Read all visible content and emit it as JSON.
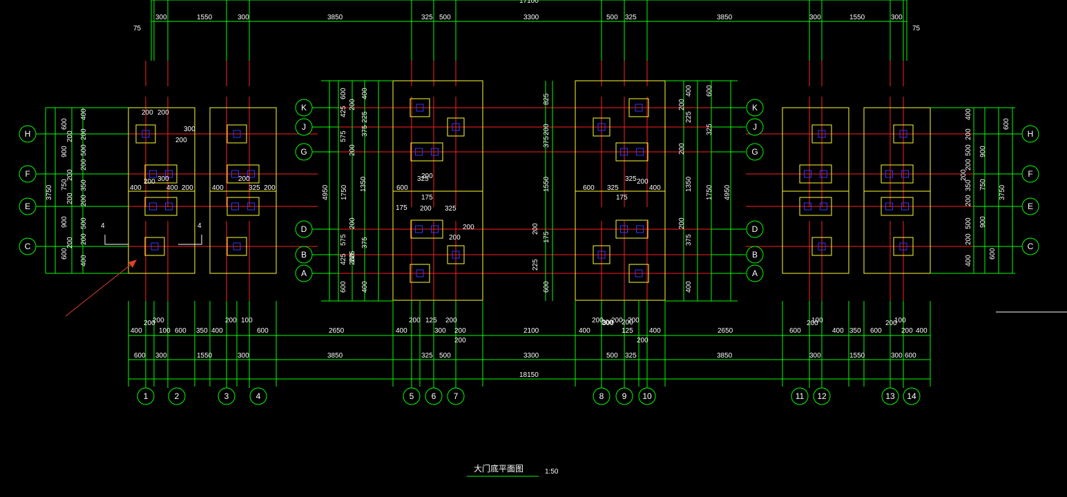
{
  "drawing": {
    "title": "大门底平面图",
    "scale": "1:50",
    "section_mark": "4",
    "overall_dim": "18150",
    "top_overall_dim": "17100"
  },
  "colors": {
    "axis": "#ff2020",
    "dim": "#00ff00",
    "outline": "#ffff33",
    "column": "#2b3bff",
    "text": "#ffffff",
    "bubble": "#00ff00",
    "arrow": "#e0402a"
  },
  "col_labels": [
    "1",
    "2",
    "3",
    "4",
    "5",
    "6",
    "7",
    "8",
    "9",
    "10",
    "11",
    "12",
    "13",
    "14"
  ],
  "row_labels_left": [
    "H",
    "F",
    "E",
    "C",
    "K",
    "J",
    "G",
    "D",
    "B",
    "A"
  ],
  "row_labels_right": [
    "K",
    "J",
    "G",
    "D",
    "B",
    "A",
    "H",
    "F",
    "E",
    "C"
  ],
  "dims_top_row": [
    "75",
    "300",
    "1550",
    "300",
    "3850",
    "325",
    "500",
    "3300",
    "500",
    "325",
    "3850",
    "300",
    "1550",
    "300",
    "75"
  ],
  "dims_bottom_row2": [
    "600",
    "300",
    "1550",
    "300",
    "3850",
    "325",
    "500",
    "3300",
    "500",
    "325",
    "3850",
    "300",
    "1550",
    "300",
    "600"
  ],
  "dims_bottom_row1": [
    "400",
    "100",
    "600",
    "350",
    "400",
    "600",
    "2650",
    "400",
    "300",
    "200",
    "2100",
    "400",
    "125",
    "400",
    "2650",
    "600",
    "400",
    "350",
    "600",
    "200",
    "400"
  ],
  "dims_bottom_small": [
    "200",
    "200",
    "200",
    "100",
    "200",
    "125",
    "200",
    "200",
    "300",
    "200",
    "200",
    "200",
    "100",
    "200",
    "100",
    "200",
    "200"
  ],
  "left_side_dims": [
    "600",
    "900",
    "750",
    "900",
    "600",
    "3750",
    "400",
    "200",
    "500",
    "200",
    "350",
    "200",
    "500",
    "200",
    "400",
    "200",
    "200",
    "200",
    "200"
  ],
  "center_left_dims": [
    "600",
    "425",
    "575",
    "1350",
    "575",
    "425",
    "600",
    "4950",
    "1750",
    "400",
    "200",
    "375",
    "200",
    "200",
    "375",
    "200",
    "400",
    "225",
    "225"
  ],
  "center_right_dims": [
    "825",
    "200",
    "375",
    "1550",
    "200",
    "175",
    "225",
    "600",
    "600",
    "400",
    "1350",
    "4950",
    "1750",
    "225",
    "375",
    "325",
    "200",
    "200",
    "200",
    "400"
  ],
  "right_side_dims": [
    "600",
    "900",
    "750",
    "900",
    "600",
    "3750",
    "400",
    "200",
    "500",
    "200",
    "350",
    "200",
    "500",
    "200",
    "400",
    "200"
  ],
  "inner_dims": [
    "200",
    "200",
    "200",
    "300",
    "400",
    "200",
    "400",
    "200",
    "300",
    "200",
    "400",
    "325",
    "200",
    "600",
    "325",
    "175",
    "200",
    "325",
    "175",
    "200",
    "200",
    "200",
    "325",
    "200",
    "400",
    "175",
    "325",
    "600",
    "200",
    "200"
  ]
}
